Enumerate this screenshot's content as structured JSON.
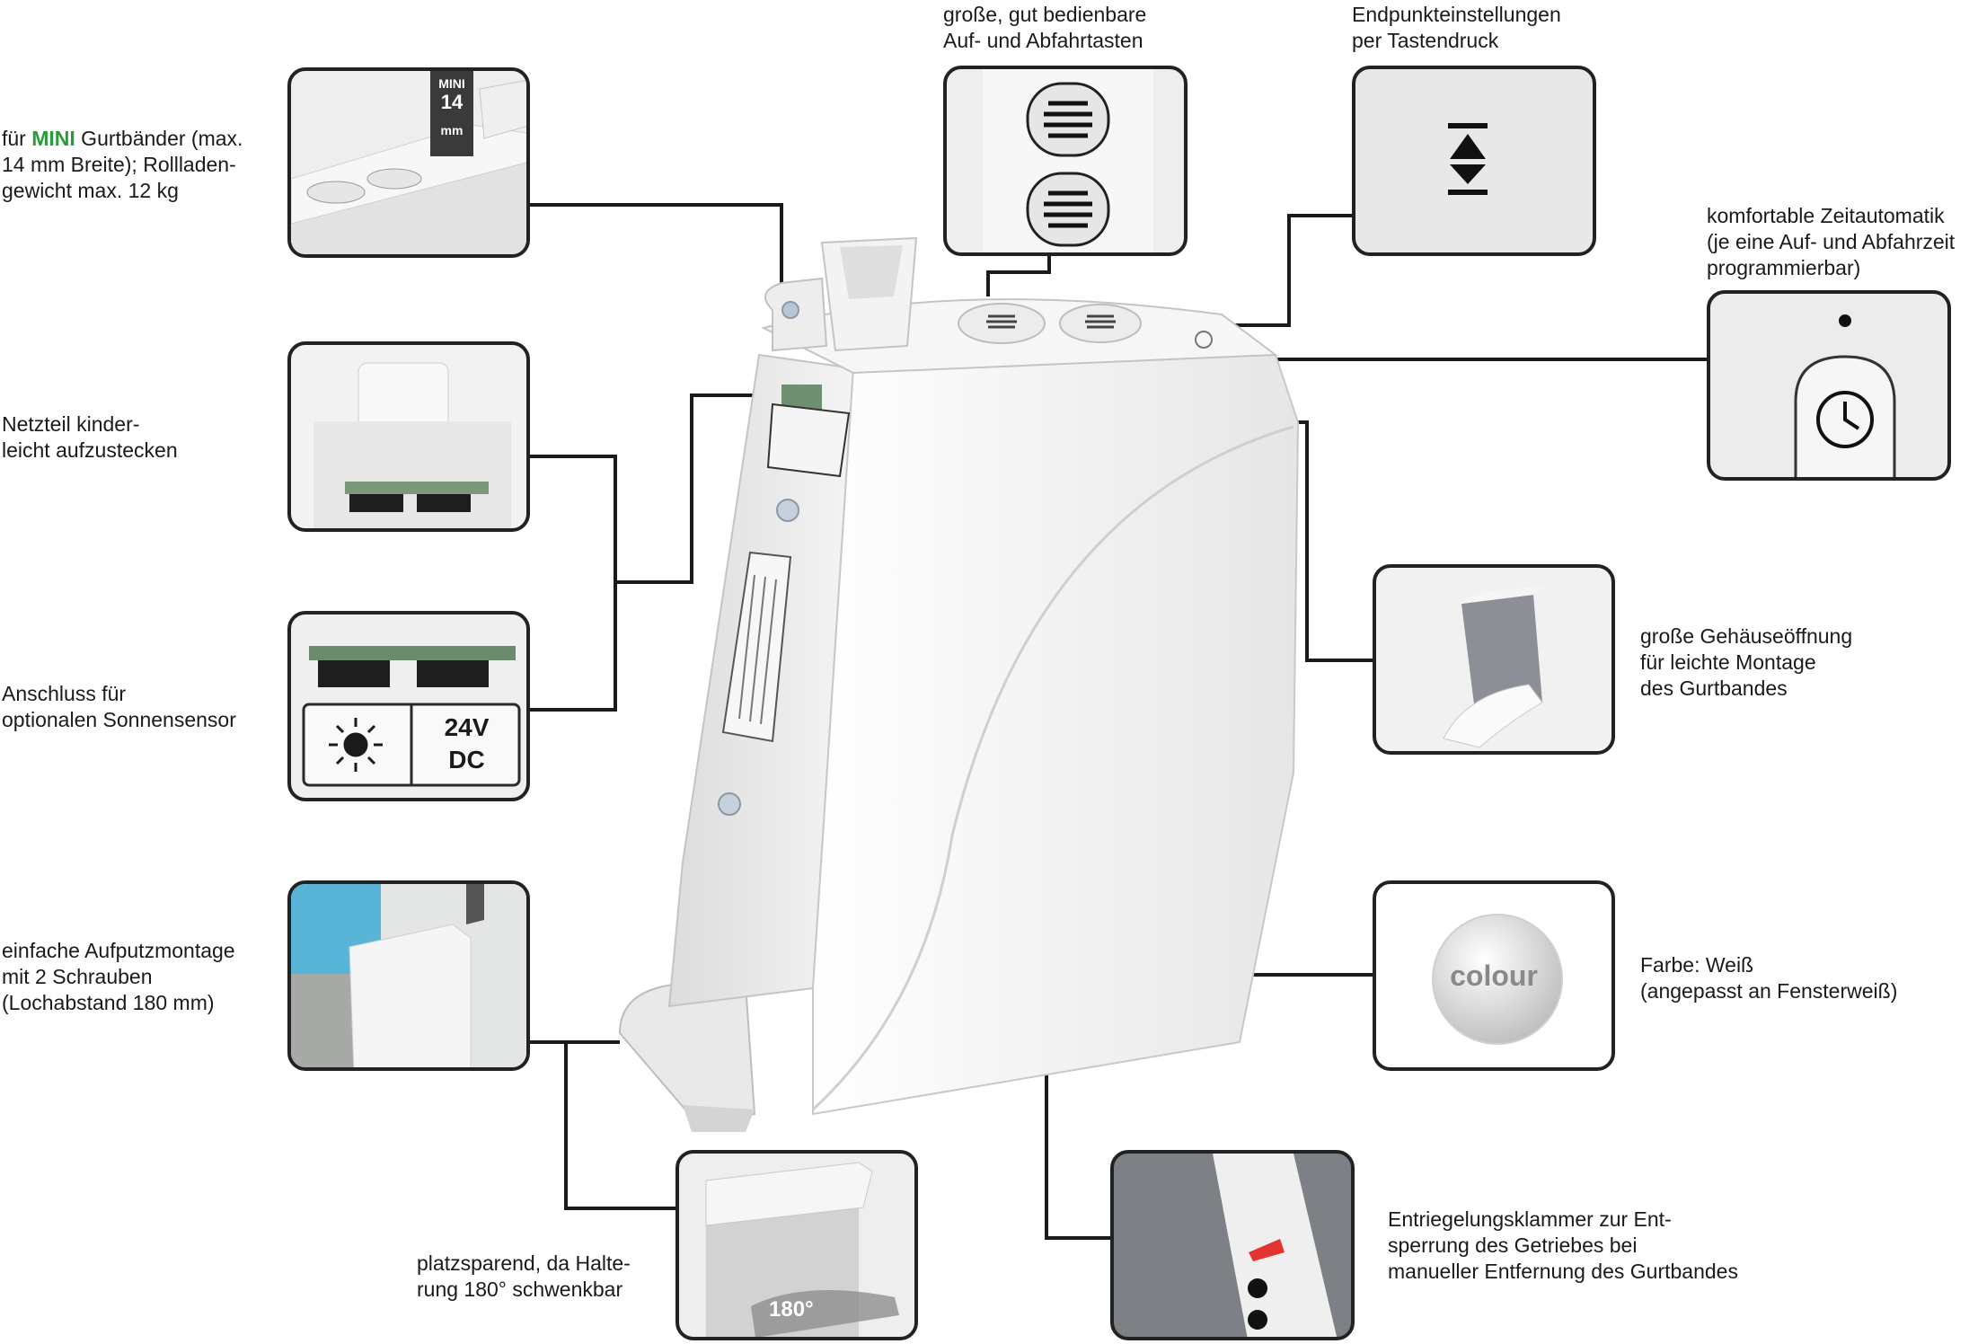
{
  "captions": {
    "belt_pre": "für ",
    "belt_brand": "MINI",
    "belt_post": " Gurtbänder (max.\n14 mm Breite); Rollladen-\ngewicht max. 12 kg",
    "power": "Netzteil kinder-\nleicht aufzustecken",
    "sensor": "Anschluss für\noptionalen Sonnensensor",
    "mount": "einfache Aufputzmontage\nmit 2 Schrauben\n(Lochabstand 180 mm)",
    "swivel": "platzsparend, da Halte-\nrung 180° schwenkbar",
    "buttons": "große, gut bedienbare\nAuf- und Abfahrtasten",
    "endpoint": "Endpunkteinstellungen\nper Tastendruck",
    "timer": "komfortable Zeitautomatik\n(je eine Auf- und Abfahrzeit\nprogrammierbar)",
    "opening": "große Gehäuseöffnung\nfür leichte Montage\ndes Gurtbandes",
    "color": "Farbe: Weiß\n(angepasst an Fensterweiß)",
    "release": "Entriegelungsklammer zur Ent-\nsperrung des Getriebes bei\nmanueller Entfernung des Gurtbandes"
  },
  "badges": {
    "mini": "MINI",
    "width": "14",
    "unit": "mm",
    "voltage": "24V",
    "current": "DC",
    "colour": "colour",
    "angle": "180°"
  },
  "colors": {
    "brand_green": "#2a9a3a",
    "frame": "#222222",
    "device": "#eeeeee"
  }
}
